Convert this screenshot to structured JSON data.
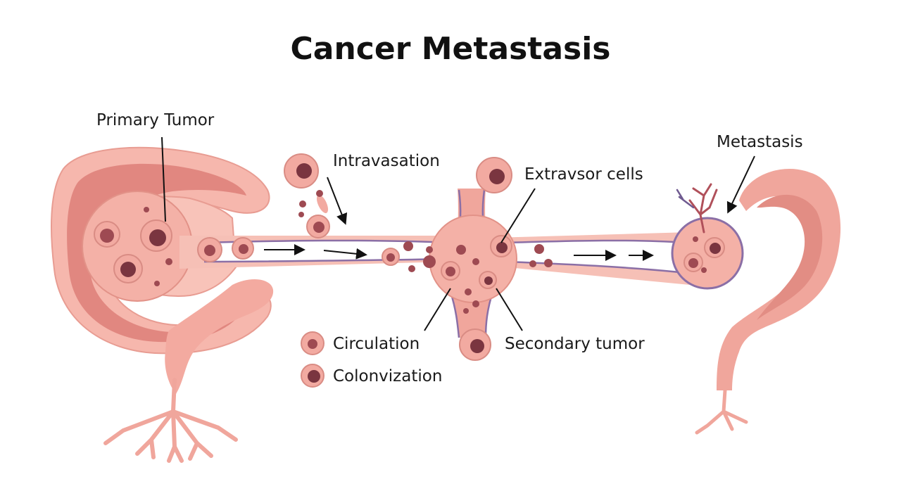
{
  "title": "Cancer Metastasis",
  "labels": {
    "primary_tumor": "Primary Tumor",
    "intravasation": "Intravasation",
    "extravasor_cells": "Extravsor cells",
    "metastasis": "Metastasis",
    "circulation": "Circulation",
    "colonization": "Colonvization",
    "secondary_tumor": "Secondary tumor"
  },
  "colors": {
    "tissue_light": "#f6b7ad",
    "tissue_mid": "#ef9d93",
    "tissue_dark": "#d97c73",
    "cell_fill": "#f2aaa1",
    "nucleus": "#9e4a52",
    "nucleus_dark": "#7a3540",
    "vessel_wall": "#8b6fa6",
    "vessel_inner": "#e7d6e6",
    "arrow": "#111111"
  }
}
